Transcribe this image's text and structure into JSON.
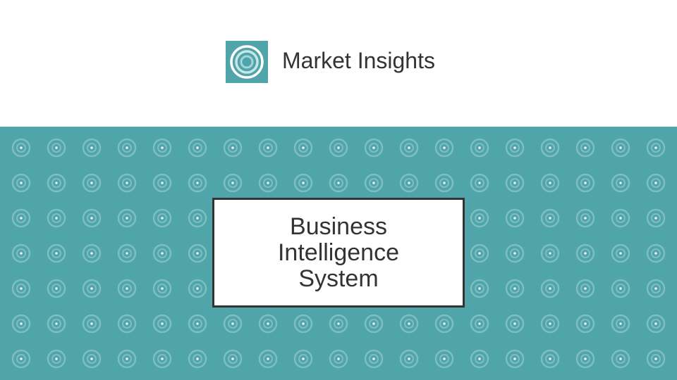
{
  "header": {
    "brand_name": "Market Insights",
    "logo_icon": "target-icon"
  },
  "card": {
    "lines": [
      "Business",
      "Intelligence",
      "System"
    ]
  },
  "colors": {
    "teal": "#4fa5aa",
    "text": "#333333"
  }
}
